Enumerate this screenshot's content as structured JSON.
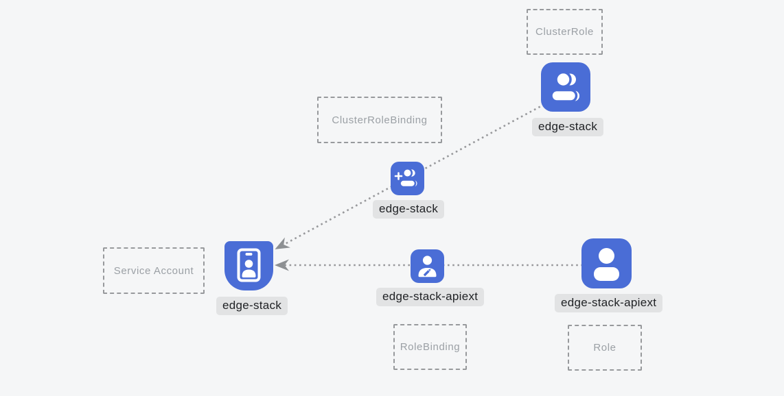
{
  "colors": {
    "bg": "#f5f6f7",
    "node_blue": "#4a6dd6",
    "glyph": "#ffffff",
    "label_bg": "#e2e3e4",
    "label_text": "#202225",
    "box_border": "#97999c",
    "box_text": "#9ba0a5",
    "edge": "#97989b",
    "arrow": "#8d9093"
  },
  "type_boxes": [
    {
      "label": "ClusterRole"
    },
    {
      "label": "ClusterRoleBinding"
    },
    {
      "label": "Service Account"
    },
    {
      "label": "RoleBinding"
    },
    {
      "label": "Role"
    }
  ],
  "nodes": [
    {
      "label": "edge-stack",
      "type": "ClusterRole",
      "icon": "people-icon"
    },
    {
      "label": "edge-stack",
      "type": "ClusterRoleBinding",
      "icon": "person-add-icon"
    },
    {
      "label": "edge-stack",
      "type": "Service Account",
      "icon": "id-badge-icon"
    },
    {
      "label": "edge-stack-apiext",
      "type": "RoleBinding",
      "icon": "person-edit-icon"
    },
    {
      "label": "edge-stack-apiext",
      "type": "Role",
      "icon": "person-icon"
    }
  ],
  "edges": [
    {
      "from": "edge-stack (ClusterRole)",
      "via": "edge-stack (ClusterRoleBinding)",
      "to": "edge-stack (Service Account)",
      "style": "dotted-arrow"
    },
    {
      "from": "edge-stack-apiext (Role)",
      "via": "edge-stack-apiext (RoleBinding)",
      "to": "edge-stack (Service Account)",
      "style": "dotted-arrow"
    }
  ]
}
